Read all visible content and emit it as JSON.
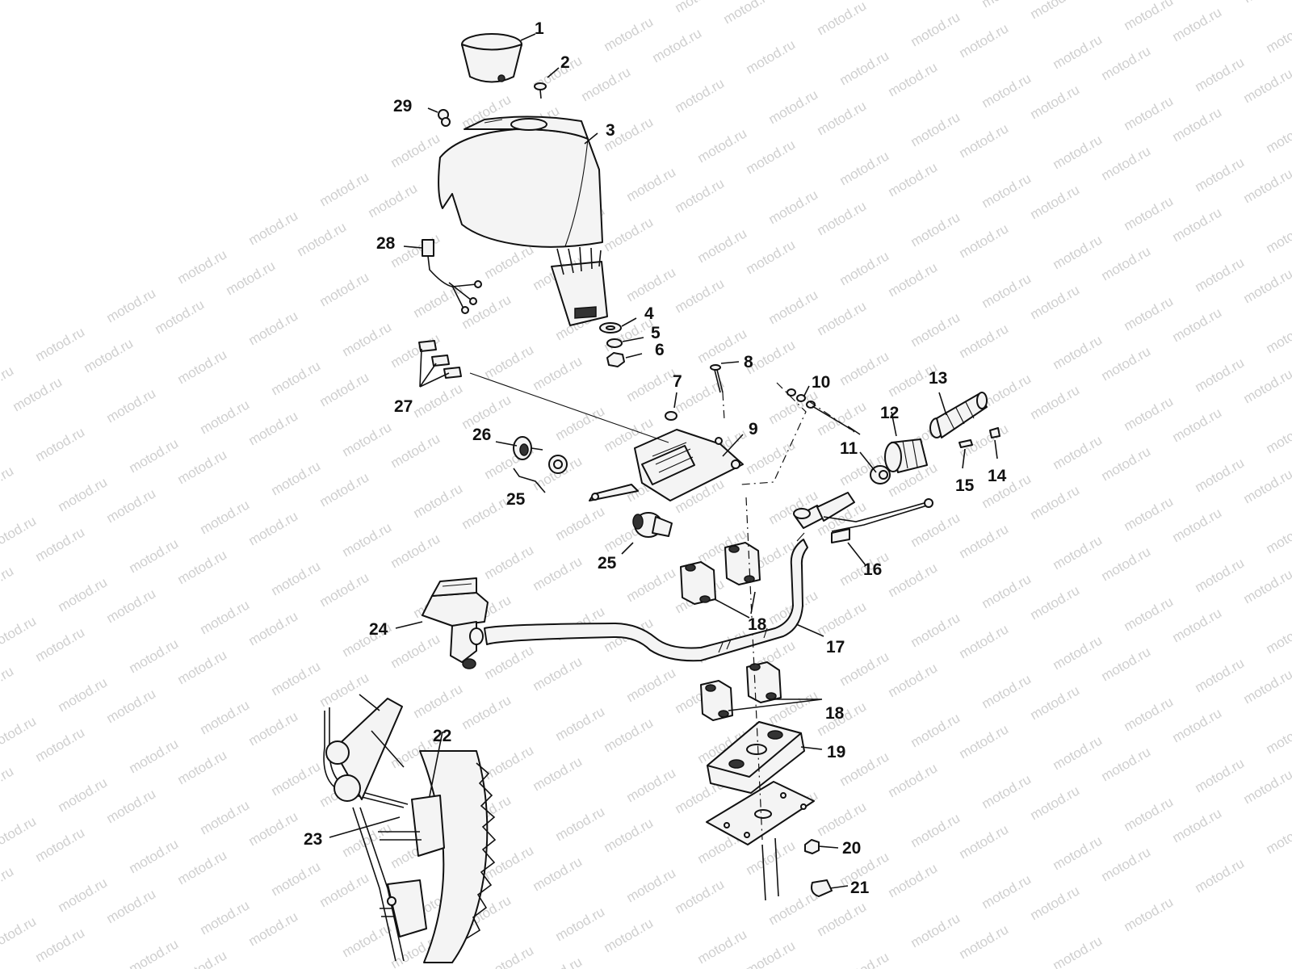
{
  "watermark": "motod.ru",
  "callouts": [
    "1",
    "2",
    "3",
    "4",
    "5",
    "6",
    "7",
    "8",
    "9",
    "10",
    "11",
    "12",
    "13",
    "14",
    "15",
    "16",
    "17",
    "18",
    "18",
    "19",
    "20",
    "21",
    "22",
    "23",
    "24",
    "25",
    "25",
    "26",
    "27",
    "28",
    "29"
  ]
}
